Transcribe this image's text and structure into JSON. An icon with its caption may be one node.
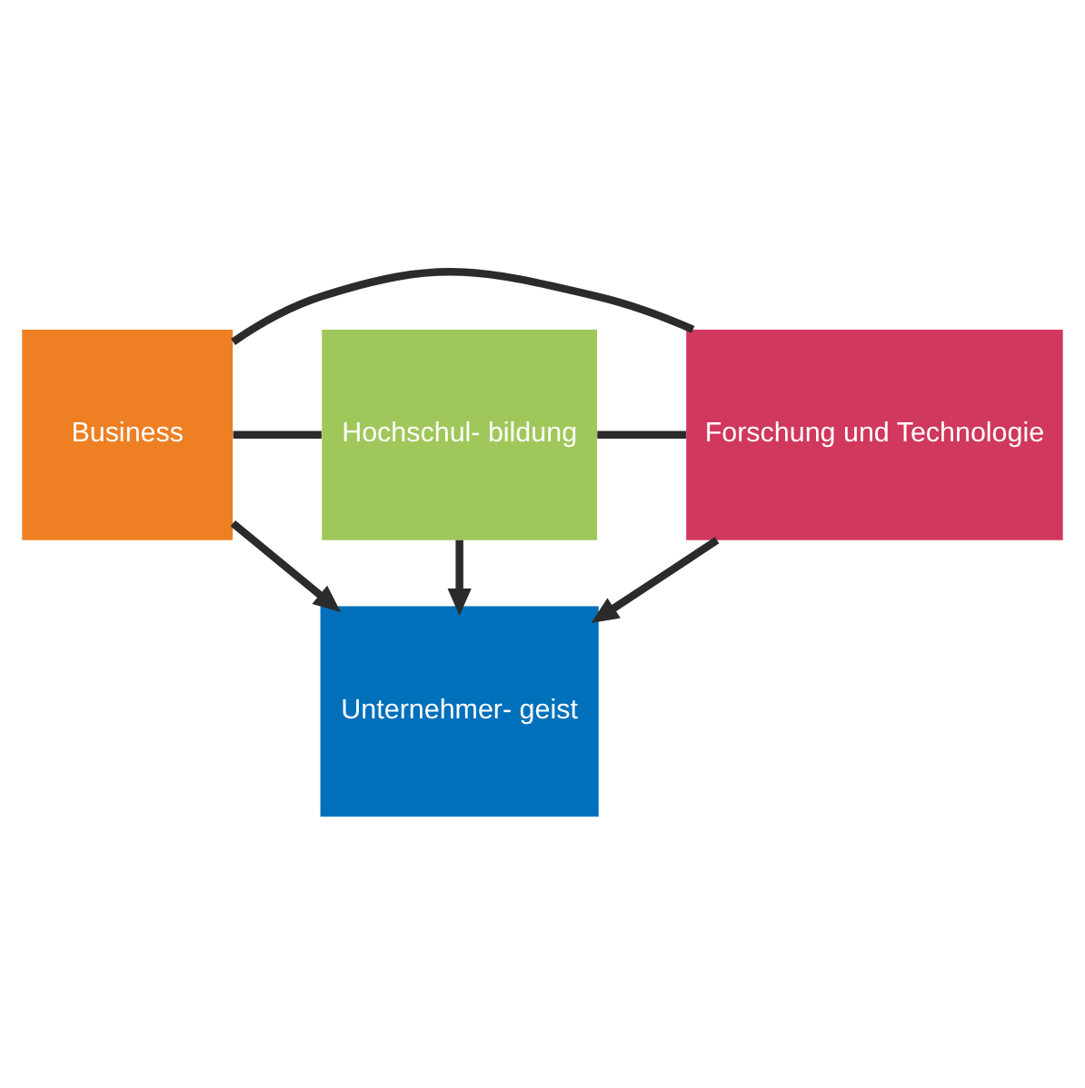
{
  "diagram": {
    "nodes": [
      {
        "text": [
          "Business"
        ]
      },
      {
        "text": [
          "Unternehmer- geist"
        ]
      },
      {
        "text": [
          "Hochschul- bildung"
        ]
      },
      {
        "text": [
          "Forschung und Technologie"
        ]
      }
    ],
    "edges": [
      {
        "from": 0,
        "to": 1,
        "arrow": "to"
      },
      {
        "from": 2,
        "to": 1,
        "arrow": "to"
      },
      {
        "from": 3,
        "to": 1,
        "arrow": "to"
      },
      {
        "from": 0,
        "to": 2,
        "arrow": "none"
      },
      {
        "from": 0,
        "to": 3,
        "arrow": "none"
      },
      {
        "from": 2,
        "to": 3,
        "arrow": "none"
      }
    ]
  }
}
